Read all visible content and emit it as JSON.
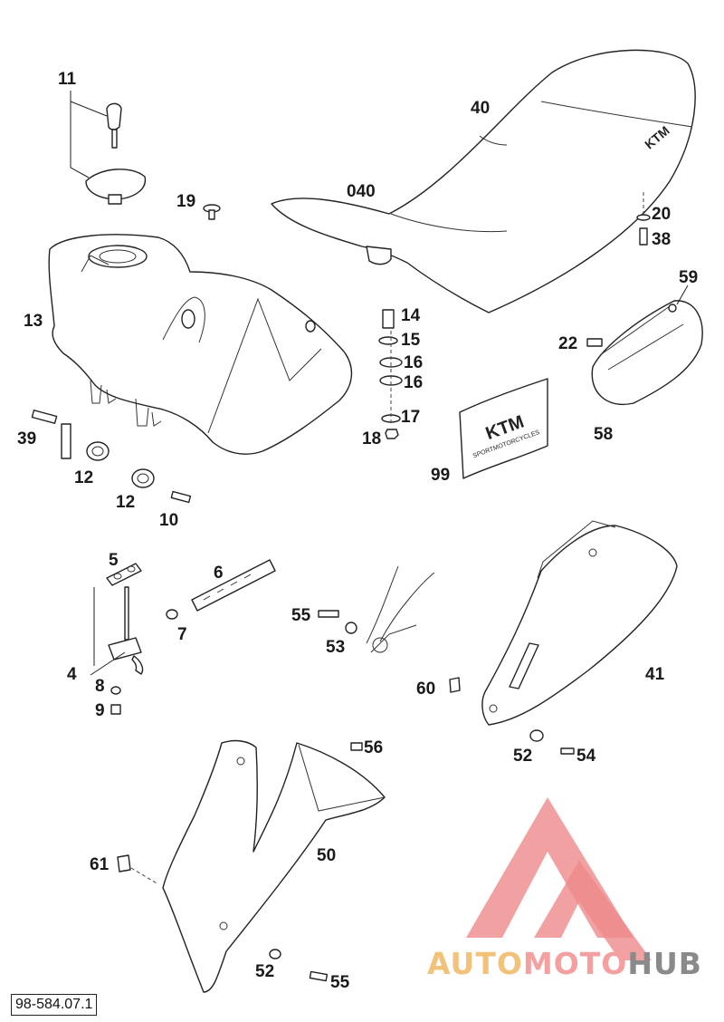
{
  "drawing_number": "98-584.07.1",
  "labels": {
    "p11": "11",
    "p19": "19",
    "p40": "40",
    "p040": "040",
    "p20": "20",
    "p38": "38",
    "p13": "13",
    "p14": "14",
    "p15": "15",
    "p16a": "16",
    "p16b": "16",
    "p17": "17",
    "p18": "18",
    "p59": "59",
    "p22": "22",
    "p58": "58",
    "p39": "39",
    "p12a": "12",
    "p12b": "12",
    "p10": "10",
    "p99": "99",
    "p5": "5",
    "p6": "6",
    "p4": "4",
    "p7": "7",
    "p8": "8",
    "p9": "9",
    "p55a": "55",
    "p53": "53",
    "p60": "60",
    "p41": "41",
    "p52a": "52",
    "p54": "54",
    "p56": "56",
    "p61": "61",
    "p50": "50",
    "p52b": "52",
    "p55b": "55"
  },
  "decals": {
    "seat_logo": "KTM",
    "tank_decal": "KTM",
    "tank_decal_sub": "SPORTMOTORCYCLES"
  },
  "watermark": {
    "part1": "AUTO",
    "part2": "MOTO",
    "part3": "HUB"
  },
  "colors": {
    "line": "#222222",
    "watermark_red": "#ee8a8a",
    "watermark_orange": "#f2c27a",
    "watermark_grey": "#8a8a8a"
  }
}
